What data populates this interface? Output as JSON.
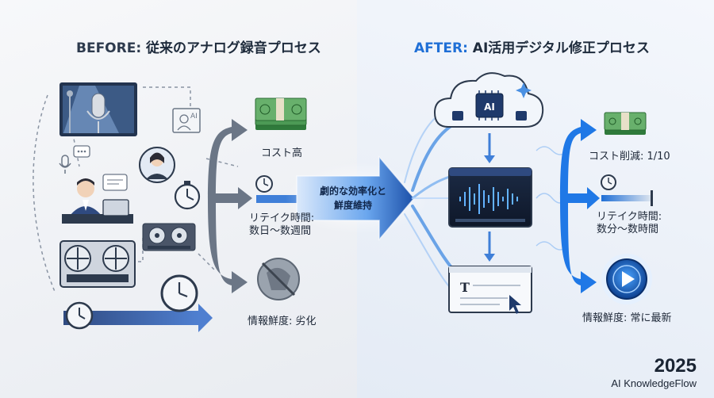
{
  "before": {
    "title_prefix": "BEFORE:",
    "title_rest": " 従来のアナログ録音プロセス",
    "outcomes": [
      {
        "icon": "money-stack-icon",
        "label": "コスト高"
      },
      {
        "icon": "stopwatch-icon",
        "label": "リテイク時間:\n数日〜数週間"
      },
      {
        "icon": "degraded-info-icon",
        "label": "情報鮮度: 劣化"
      }
    ]
  },
  "after": {
    "title_prefix": "AFTER:",
    "title_rest": " AI活用デジタル修正プロセス",
    "cloud_chip_label": "AI",
    "outcomes": [
      {
        "icon": "money-stack-icon",
        "label": "コスト削減: 1/10"
      },
      {
        "icon": "stopwatch-icon",
        "label": "リテイク時間:\n数分〜数時間"
      },
      {
        "icon": "play-refresh-icon",
        "label": "情報鮮度: 常に最新"
      }
    ]
  },
  "center": {
    "line1": "劇的な効率化と",
    "line2": "鮮度維持"
  },
  "doc_card_letter": "T",
  "footer": {
    "year": "2025",
    "brand": "AI KnowledgeFlow"
  },
  "colors": {
    "accent_blue": "#1f6fd6",
    "dark_navy": "#2d3a4d",
    "money_green": "#3f8f4a",
    "arrow_grey": "#6b7686"
  }
}
